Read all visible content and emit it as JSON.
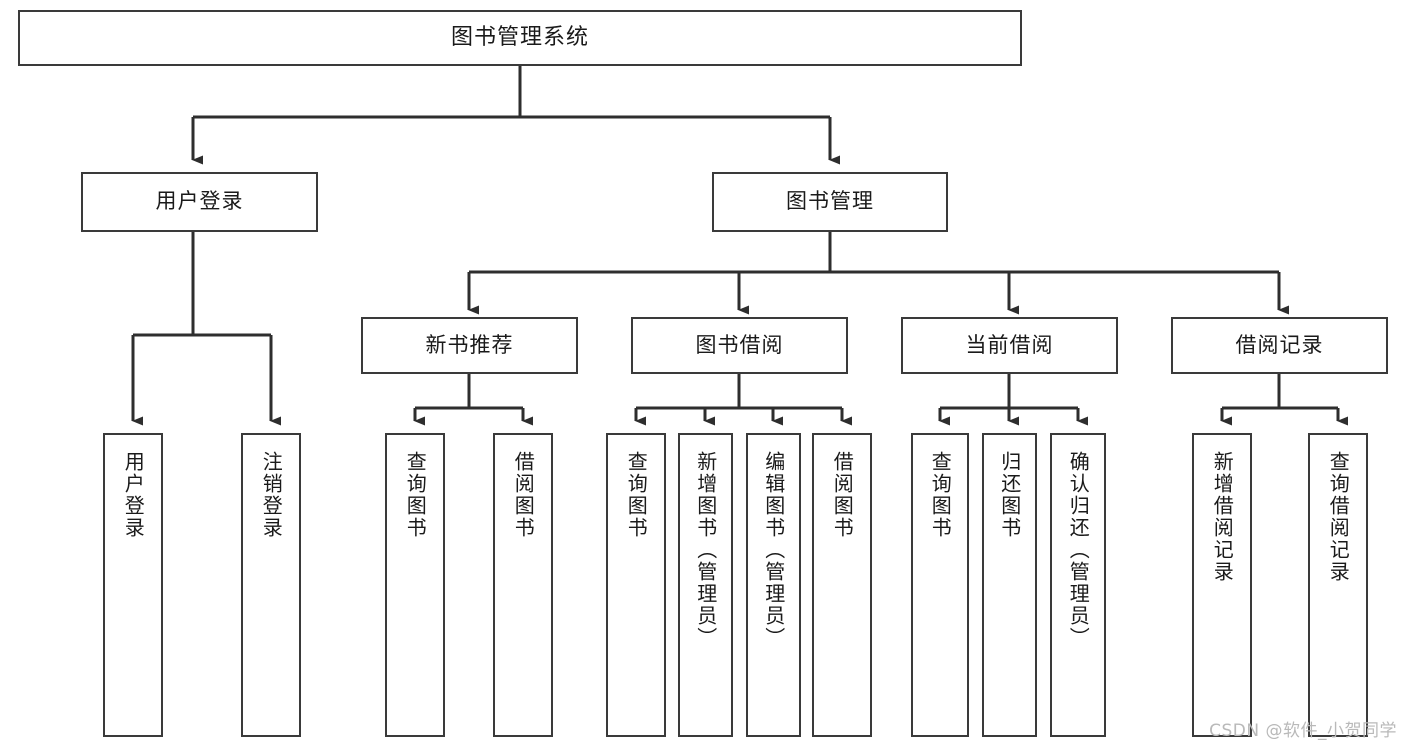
{
  "diagram": {
    "title": "图书管理系统",
    "watermark": "CSDN @软件_小贺同学",
    "colors": {
      "background": "#ffffff",
      "box_border": "#3a3a3a",
      "connector": "#2e2e2e",
      "text": "#1a1a1a",
      "watermark": "#b9b9b9"
    },
    "root": {
      "label": "图书管理系统"
    },
    "level2": [
      {
        "label": "用户登录"
      },
      {
        "label": "图书管理"
      }
    ],
    "level3": [
      {
        "label": "新书推荐"
      },
      {
        "label": "图书借阅"
      },
      {
        "label": "当前借阅"
      },
      {
        "label": "借阅记录"
      }
    ],
    "leaves": {
      "user_login": [
        {
          "label": "用户登录"
        },
        {
          "label": "注销登录"
        }
      ],
      "new_book": [
        {
          "label": "查询图书"
        },
        {
          "label": "借阅图书"
        }
      ],
      "book_borrow": [
        {
          "label": "查询图书"
        },
        {
          "label": "新增图书（管理员）"
        },
        {
          "label": "编辑图书（管理员）"
        },
        {
          "label": "借阅图书"
        }
      ],
      "current_borrow": [
        {
          "label": "查询图书"
        },
        {
          "label": "归还图书"
        },
        {
          "label": "确认归还（管理员）"
        }
      ],
      "borrow_record": [
        {
          "label": "新增借阅记录"
        },
        {
          "label": "查询借阅记录"
        }
      ]
    }
  }
}
